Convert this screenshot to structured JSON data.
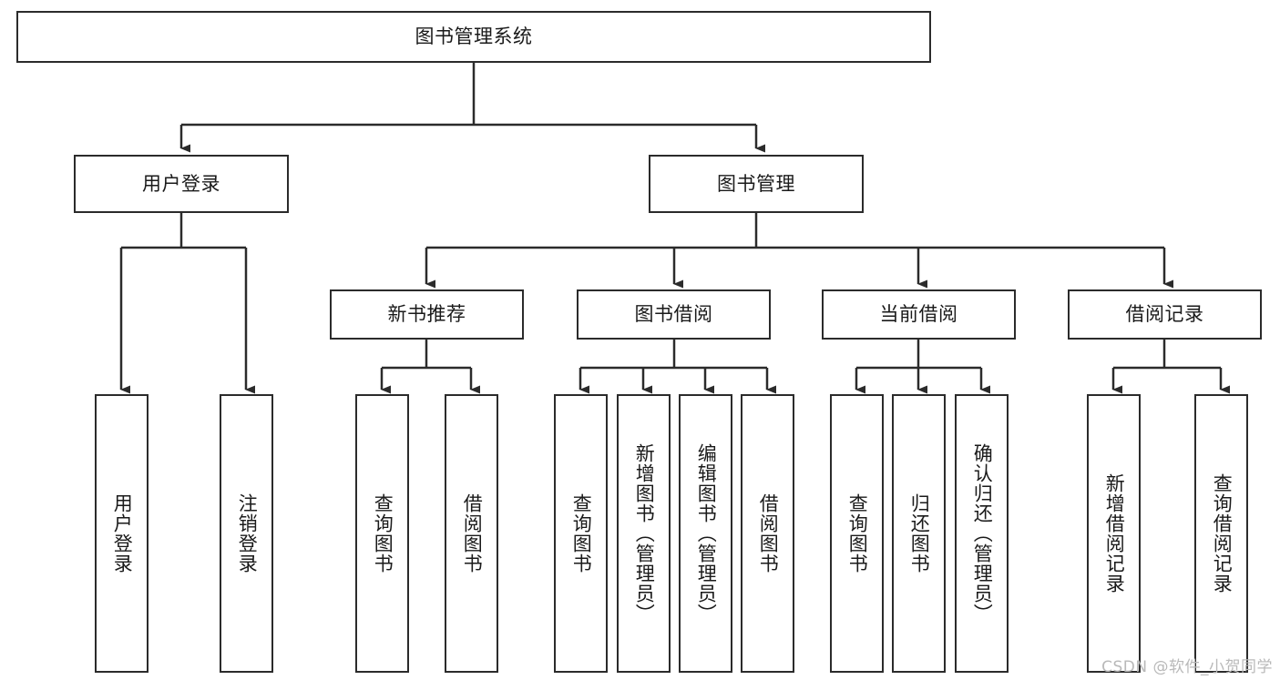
{
  "diagram": {
    "title": "图书管理系统",
    "watermark": "CSDN @软件_小贺同学",
    "colors": {
      "stroke": "#2b2b2b",
      "fill": "#ffffff",
      "text": "#1a1a1a",
      "watermark": "#b9b9b9"
    },
    "nodes": {
      "root": "图书管理系统",
      "level2": {
        "user_login": "用户登录",
        "book_manage": "图书管理"
      },
      "level3": {
        "new_book_recommend": "新书推荐",
        "book_borrow": "图书借阅",
        "current_borrow": "当前借阅",
        "borrow_record": "借阅记录"
      },
      "leaves": {
        "user_login_children": [
          "用户登录",
          "注销登录"
        ],
        "new_book_recommend_children": [
          "查询图书",
          "借阅图书"
        ],
        "book_borrow_children": [
          "查询图书",
          "新增图书（管理员）",
          "编辑图书（管理员）",
          "借阅图书"
        ],
        "current_borrow_children": [
          "查询图书",
          "归还图书",
          "确认归还（管理员）"
        ],
        "borrow_record_children": [
          "新增借阅记录",
          "查询借阅记录"
        ]
      }
    }
  }
}
